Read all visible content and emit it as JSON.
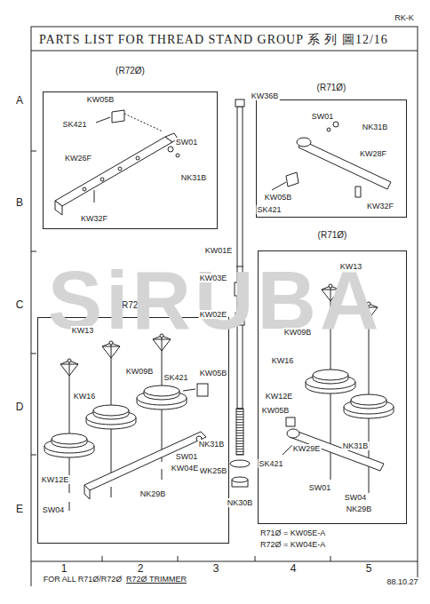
{
  "diagram": {
    "title": "PARTS LIST FOR THREAD STAND GROUP 系 列 圖12/16",
    "nodes": [
      {
        "text": [
          "(R72Ø)"
        ]
      },
      {
        "text": [
          "(R71Ø)"
        ]
      },
      {
        "text": [
          "(R72Ø)"
        ]
      },
      {
        "text": [
          "(R71Ø)"
        ]
      }
    ],
    "labels": [
      "SiRUBA",
      "RK-K",
      "A",
      "B",
      "C",
      "D",
      "E",
      "1",
      "2",
      "3",
      "4",
      "5",
      "FOR ALL R71Ø/R72Ø",
      "R72Ø TRIMMER",
      "88.10.27",
      "KW05B",
      "SK421",
      "SW01",
      "KW26F",
      "NK31B",
      "KW32F",
      "KW36B",
      "KW01E",
      "KW03E",
      "KW02E",
      "WK25B",
      "NK30B",
      "SW01",
      "NK31B",
      "KW28F",
      "KW05B",
      "SK421",
      "KW32F",
      "KW13",
      "KW09B",
      "SK421",
      "KW05B",
      "KW16",
      "NK31B",
      "SW01",
      "KW04E",
      "KW12E",
      "NK29B",
      "SW04",
      "KW13",
      "KW09B",
      "KW16",
      "KW12E",
      "KW05B",
      "KW29E",
      "SK421",
      "NK31B",
      "SW01",
      "SW04",
      "NK29B",
      "R71Ø = KW05E-A",
      "R72Ø = KW04E-A"
    ]
  }
}
